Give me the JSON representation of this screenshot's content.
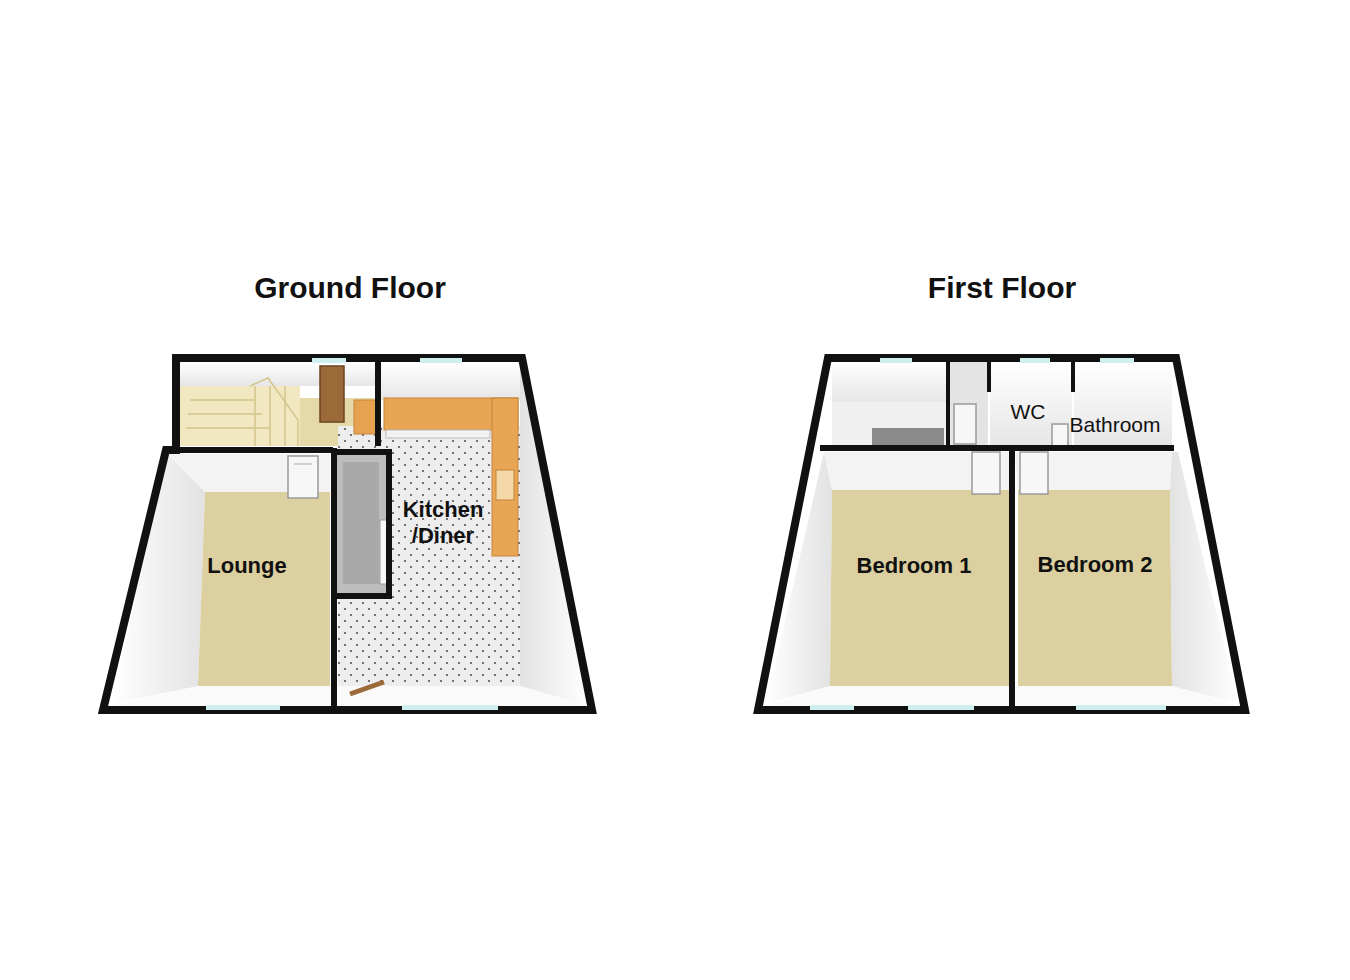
{
  "diagram": {
    "nodes": [
      {
        "text": [
          "Ground Floor"
        ]
      },
      {
        "text": [
          "Lounge"
        ],
        "in": 0
      },
      {
        "text": [
          "Kitchen /Diner"
        ],
        "in": 0
      },
      {
        "text": [
          "First Floor"
        ]
      },
      {
        "text": [
          "Bedroom 1"
        ],
        "in": 3
      },
      {
        "text": [
          "Bedroom 2"
        ],
        "in": 3
      },
      {
        "text": [
          "WC"
        ],
        "in": 3
      },
      {
        "text": [
          "Bathroom"
        ],
        "in": 3
      }
    ]
  }
}
